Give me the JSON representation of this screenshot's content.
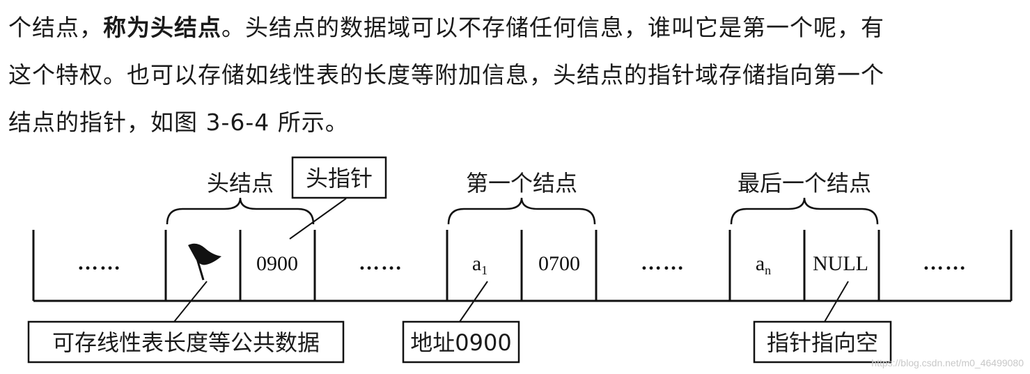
{
  "paragraph": {
    "line1_prefix": "个结点，",
    "line1_bold": "称为头结点",
    "line1_suffix": "。头结点的数据域可以不存储任何信息，谁叫它是第一个呢，有",
    "line2": "这个特权。也可以存储如线性表的长度等附加信息，头结点的指针域存储指向第一个",
    "line3": "结点的指针，如图 3-6-4 所示。"
  },
  "diagram": {
    "head_node_label": "头结点",
    "head_pointer_label": "头指针",
    "first_node_label": "第一个结点",
    "last_node_label": "最后一个结点",
    "dots": "……",
    "head_pointer_value": "0900",
    "first_data": "a",
    "first_data_sub": "1",
    "first_pointer_value": "0700",
    "last_data": "a",
    "last_data_sub": "n",
    "last_pointer_value": "NULL",
    "callout_head_data": "可存线性表长度等公共数据",
    "callout_address": "地址0900",
    "callout_null": "指针指向空",
    "flag_icon": "flag-icon"
  },
  "watermark": "https://blog.csdn.net/m0_46499080"
}
